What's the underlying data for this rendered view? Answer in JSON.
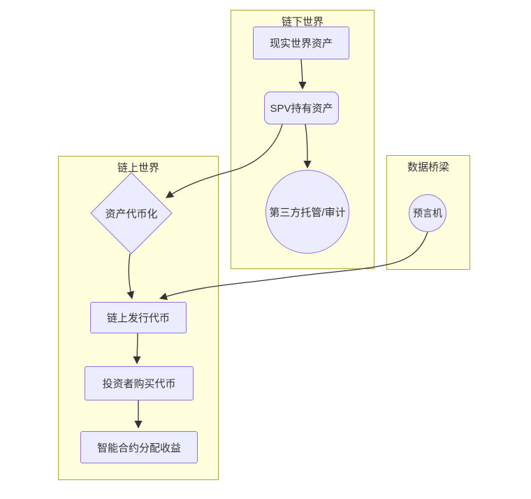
{
  "diagram": {
    "type": "flowchart",
    "clusters": [
      {
        "id": "offchain",
        "title": "链下世界"
      },
      {
        "id": "onchain",
        "title": "链上世界"
      },
      {
        "id": "bridge",
        "title": "数据桥梁"
      }
    ],
    "nodes": [
      {
        "id": "real",
        "label": "现实世界资产",
        "shape": "rect",
        "cluster": "offchain"
      },
      {
        "id": "spv",
        "label": "SPV持有资产",
        "shape": "rounded",
        "cluster": "offchain"
      },
      {
        "id": "custody",
        "label": "第三方托管/审计",
        "shape": "circle",
        "cluster": "offchain"
      },
      {
        "id": "tokenize",
        "label": "资产代币化",
        "shape": "diamond",
        "cluster": "onchain"
      },
      {
        "id": "issue",
        "label": "链上发行代币",
        "shape": "rect",
        "cluster": "onchain"
      },
      {
        "id": "invest",
        "label": "投资者购买代币",
        "shape": "rect",
        "cluster": "onchain"
      },
      {
        "id": "distribute",
        "label": "智能合约分配收益",
        "shape": "rect",
        "cluster": "onchain"
      },
      {
        "id": "oracle",
        "label": "预言机",
        "shape": "circle",
        "cluster": "bridge"
      }
    ],
    "edges": [
      {
        "from": "现实世界资产",
        "to": "SPV持有资产"
      },
      {
        "from": "SPV持有资产",
        "to": "第三方托管/审计"
      },
      {
        "from": "SPV持有资产",
        "to": "资产代币化"
      },
      {
        "from": "资产代币化",
        "to": "链上发行代币"
      },
      {
        "from": "预言机",
        "to": "链上发行代币"
      },
      {
        "from": "链上发行代币",
        "to": "投资者购买代币"
      },
      {
        "from": "投资者购买代币",
        "to": "智能合约分配收益"
      }
    ]
  },
  "theme": {
    "canvas-bg": "#ffffff",
    "cluster-fill": "#ffffde",
    "cluster-border": "#aaaa33",
    "node-fill": "#ececff",
    "node-border": "#9370db",
    "edge-color": "#333333",
    "text-color": "#333333"
  }
}
